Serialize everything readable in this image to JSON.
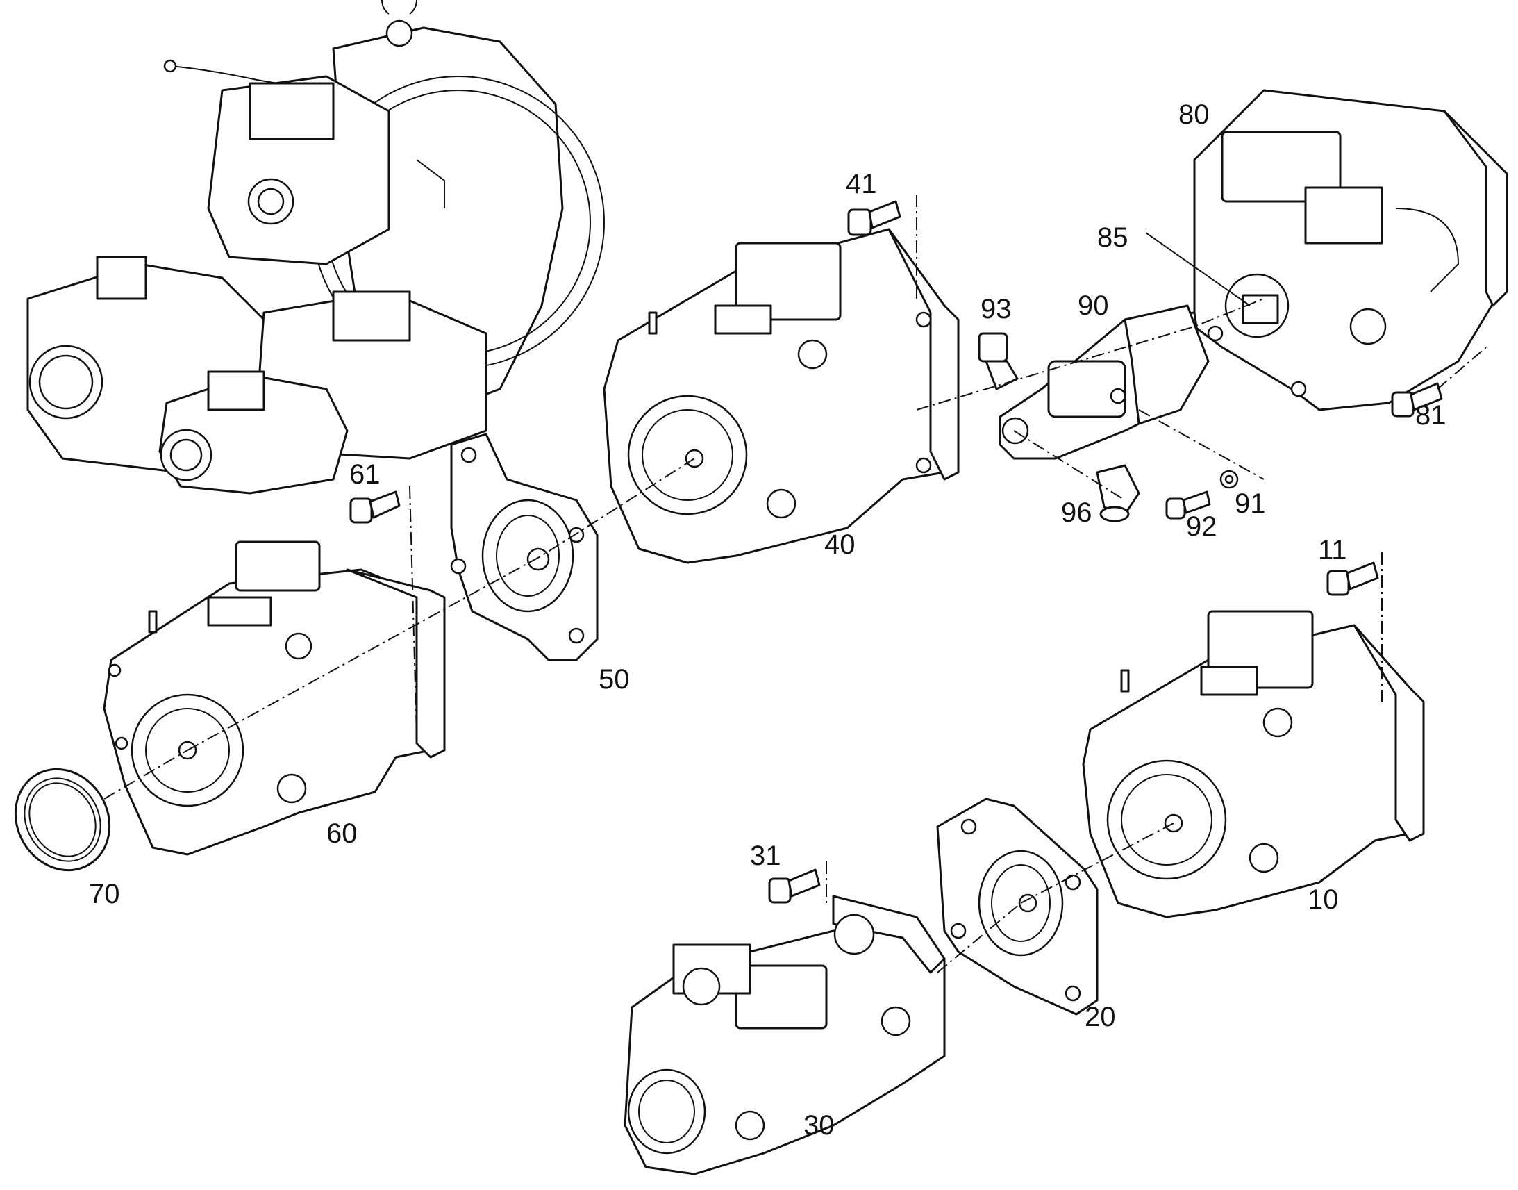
{
  "diagram": {
    "callouts": {
      "c10": "10",
      "c11": "11",
      "c20": "20",
      "c30": "30",
      "c31": "31",
      "c40": "40",
      "c41": "41",
      "c50": "50",
      "c60": "60",
      "c61": "61",
      "c70": "70",
      "c80": "80",
      "c81": "81",
      "c85": "85",
      "c90": "90",
      "c91": "91",
      "c92": "92",
      "c93": "93",
      "c96": "96"
    }
  }
}
